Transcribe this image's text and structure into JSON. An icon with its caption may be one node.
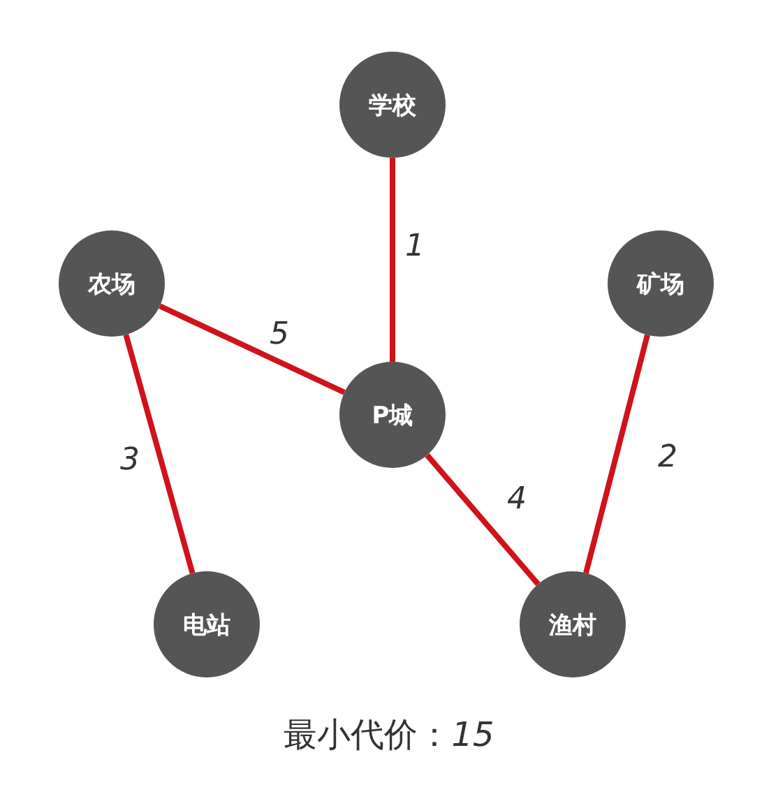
{
  "diagram": {
    "nodes": [
      {
        "text": [
          "学校"
        ]
      },
      {
        "text": [
          "农场"
        ]
      },
      {
        "text": [
          "矿场"
        ]
      },
      {
        "text": [
          "P城"
        ]
      },
      {
        "text": [
          "电站"
        ]
      },
      {
        "text": [
          "渔村"
        ]
      }
    ],
    "edges": [
      {
        "from": 0,
        "to": 3,
        "arrow": "none",
        "label": "1",
        "color": "#d0121b"
      },
      {
        "from": 1,
        "to": 3,
        "arrow": "none",
        "label": "5",
        "color": "#d0121b"
      },
      {
        "from": 1,
        "to": 4,
        "arrow": "none",
        "label": "3",
        "color": "#d0121b"
      },
      {
        "from": 3,
        "to": 5,
        "arrow": "none",
        "label": "4",
        "color": "#d0121b"
      },
      {
        "from": 2,
        "to": 5,
        "arrow": "none",
        "label": "2",
        "color": "#d0121b"
      }
    ],
    "labels": [
      "最小代价：*15*"
    ]
  }
}
